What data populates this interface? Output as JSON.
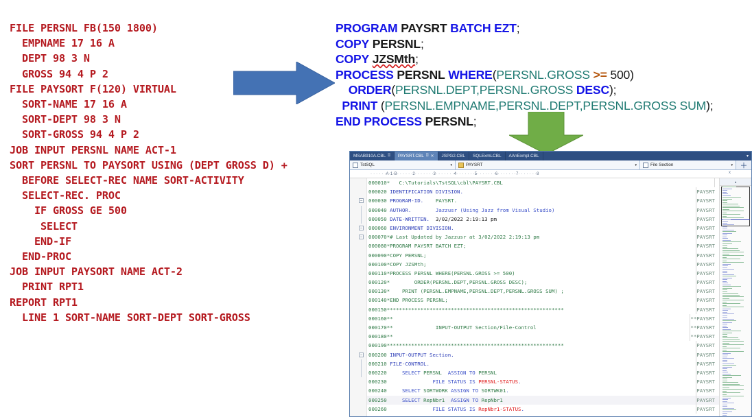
{
  "legacy_code": {
    "language": "Easytrieve",
    "color": "#b51a20",
    "lines": [
      "FILE PERSNL FB(150 1800)",
      "  EMPNAME 17 16 A",
      "  DEPT 98 3 N",
      "  GROSS 94 4 P 2",
      "FILE PAYSORT F(120) VIRTUAL",
      "  SORT-NAME 17 16 A",
      "  SORT-DEPT 98 3 N",
      "  SORT-GROSS 94 4 P 2",
      "JOB INPUT PERSNL NAME ACT-1",
      "SORT PERSNL TO PAYSORT USING (DEPT GROSS D) +",
      "  BEFORE SELECT-REC NAME SORT-ACTIVITY",
      "  SELECT-REC. PROC",
      "    IF GROSS GE 500",
      "     SELECT",
      "    END-IF",
      "  END-PROC",
      "JOB INPUT PAYSORT NAME ACT-2",
      "  PRINT RPT1",
      "REPORT RPT1",
      "  LINE 1 SORT-NAME SORT-DEPT SORT-GROSS"
    ]
  },
  "arrows": {
    "blue_right": {
      "name": "blue-right-arrow",
      "color": "#4472b4"
    },
    "green_down": {
      "name": "green-down-arrow",
      "color": "#70ad47"
    }
  },
  "generated_code": {
    "language": "Jazz / EZT",
    "colors": {
      "keyword": "#1414e6",
      "identifier": "#1a1a1a",
      "field": "#1f7a72",
      "operator": "#b4540a"
    },
    "lines": [
      [
        {
          "t": "PROGRAM",
          "c": "kw"
        },
        {
          "t": " ",
          "c": "punc"
        },
        {
          "t": "PAYSRT",
          "c": "id"
        },
        {
          "t": " ",
          "c": "punc"
        },
        {
          "t": "BATCH EZT",
          "c": "kw"
        },
        {
          "t": ";",
          "c": "punc"
        }
      ],
      [
        {
          "t": "COPY",
          "c": "kw"
        },
        {
          "t": " ",
          "c": "punc"
        },
        {
          "t": "PERSNL",
          "c": "id"
        },
        {
          "t": ";",
          "c": "punc"
        }
      ],
      [
        {
          "t": "COPY",
          "c": "kw"
        },
        {
          "t": " ",
          "c": "punc"
        },
        {
          "t": "JZSMth",
          "c": "misspelled"
        },
        {
          "t": ";",
          "c": "punc"
        }
      ],
      [
        {
          "t": "PROCESS",
          "c": "kw"
        },
        {
          "t": " ",
          "c": "punc"
        },
        {
          "t": "PERSNL",
          "c": "id"
        },
        {
          "t": " ",
          "c": "punc"
        },
        {
          "t": "WHERE",
          "c": "kw"
        },
        {
          "t": "(",
          "c": "punc"
        },
        {
          "t": "PERSNL.GROSS",
          "c": "fld"
        },
        {
          "t": " ",
          "c": "punc"
        },
        {
          "t": ">=",
          "c": "op"
        },
        {
          "t": " ",
          "c": "punc"
        },
        {
          "t": "500",
          "c": "num"
        },
        {
          "t": ")",
          "c": "punc"
        }
      ],
      [
        {
          "t": "    ",
          "c": "punc"
        },
        {
          "t": "ORDER",
          "c": "kw"
        },
        {
          "t": "(",
          "c": "punc"
        },
        {
          "t": "PERSNL.DEPT,PERSNL.GROSS",
          "c": "fld"
        },
        {
          "t": " ",
          "c": "punc"
        },
        {
          "t": "DESC",
          "c": "kw"
        },
        {
          "t": ");",
          "c": "punc"
        }
      ],
      [
        {
          "t": "  ",
          "c": "punc"
        },
        {
          "t": "PRINT",
          "c": "kw"
        },
        {
          "t": " (",
          "c": "punc"
        },
        {
          "t": "PERSNL.EMPNAME,PERSNL.DEPT,PERSNL.GROSS SUM",
          "c": "fld"
        },
        {
          "t": ");",
          "c": "punc"
        }
      ],
      [
        {
          "t": "END",
          "c": "kw"
        },
        {
          "t": " ",
          "c": "punc"
        },
        {
          "t": "PROCESS",
          "c": "kw"
        },
        {
          "t": " ",
          "c": "punc"
        },
        {
          "t": "PERSNL",
          "c": "id"
        },
        {
          "t": ";",
          "c": "punc"
        }
      ]
    ]
  },
  "ide": {
    "tabs": [
      {
        "label": "MSAB910A.CBL",
        "active": false,
        "pin": "pin-icon"
      },
      {
        "label": "PAYSRT.CBL",
        "active": true,
        "pin": "save-icon",
        "close": "close-icon"
      },
      {
        "label": "JSPG2.CBL",
        "active": false
      },
      {
        "label": "SQLExmLCBL",
        "active": false
      },
      {
        "label": "AAnExmpl.CBL",
        "active": false
      }
    ],
    "tab_overflow_icon": "chevron-down-icon",
    "navbar": {
      "project": "TstSQL",
      "project_icon": "project-icon",
      "member": "PAYSRT",
      "member_icon": "program-icon",
      "section": "File Section",
      "section_icon": "section-icon",
      "caret_icon": "chevron-down-icon",
      "add_icon": "plus-icon"
    },
    "ruler": "· · · · · ·A·1·B· · · · · ·2· · · · · · ·3· · · · · · ·4· · · · · · ·5· · · · · · ·6· · · · · · ·7· · · · · · ·8",
    "ruler_marker": "x",
    "minimap": {
      "scroll_up_icon": "scroll-up-icon",
      "add_icon": "plus-icon"
    },
    "code_lines": [
      {
        "seq": "000010*",
        "fold": "",
        "hl": false,
        "pgm": "",
        "spans": [
          {
            "t": "   C:\\Tutorials\\TstSQL\\cbl\\PAYSRT.CBL",
            "c": "cmt"
          }
        ]
      },
      {
        "seq": "000020",
        "fold": "",
        "hl": false,
        "pgm": "PAYSRT",
        "spans": [
          {
            "t": " IDENTIFICATION DIVISION.",
            "c": "div"
          }
        ]
      },
      {
        "seq": "000030",
        "fold": "minus",
        "hl": false,
        "pgm": "PAYSRT",
        "spans": [
          {
            "t": " PROGRAM-ID.",
            "c": "div"
          },
          {
            "t": "    ",
            "c": "lit"
          },
          {
            "t": "PAYSRT.",
            "c": "idn"
          }
        ]
      },
      {
        "seq": "000040",
        "fold": "",
        "hl": false,
        "pgm": "PAYSRT",
        "spans": [
          {
            "t": " AUTHOR.",
            "c": "div"
          },
          {
            "t": "        ",
            "c": "lit"
          },
          {
            "t": "Jazzusr (Using Jazz from Visual Studio)",
            "c": "kw"
          }
        ]
      },
      {
        "seq": "000050",
        "fold": "",
        "hl": false,
        "pgm": "PAYSRT",
        "spans": [
          {
            "t": " DATE-WRITTEN.",
            "c": "div"
          },
          {
            "t": "  3/02/2022 2:19:13 pm",
            "c": "lit"
          }
        ]
      },
      {
        "seq": "000060",
        "fold": "minus",
        "hl": false,
        "pgm": "PAYSRT",
        "spans": [
          {
            "t": " ENVIRONMENT DIVISION.",
            "c": "div"
          }
        ]
      },
      {
        "seq": "000070*",
        "fold": "minus",
        "hl": false,
        "pgm": "PAYSRT",
        "spans": [
          {
            "t": "# Last Updated by Jazzusr at 3/02/2022 2:19:13 pm",
            "c": "cmt"
          }
        ]
      },
      {
        "seq": "000080*",
        "fold": "",
        "hl": false,
        "pgm": "PAYSRT",
        "spans": [
          {
            "t": "PROGRAM PAYSRT BATCH EZT;",
            "c": "cmt"
          }
        ]
      },
      {
        "seq": "000090*",
        "fold": "",
        "hl": false,
        "pgm": "PAYSRT",
        "spans": [
          {
            "t": "COPY PERSNL;",
            "c": "cmt"
          }
        ]
      },
      {
        "seq": "000100*",
        "fold": "",
        "hl": false,
        "pgm": "PAYSRT",
        "spans": [
          {
            "t": "COPY JZSMth;",
            "c": "cmt"
          }
        ]
      },
      {
        "seq": "000110*",
        "fold": "",
        "hl": false,
        "pgm": "PAYSRT",
        "spans": [
          {
            "t": "PROCESS PERSNL WHERE(PERSNL.GROSS >= 500)",
            "c": "cmt"
          }
        ]
      },
      {
        "seq": "000120*",
        "fold": "",
        "hl": false,
        "pgm": "PAYSRT",
        "spans": [
          {
            "t": "        ORDER(PERSNL.DEPT,PERSNL.GROSS DESC);",
            "c": "cmt"
          }
        ]
      },
      {
        "seq": "000130*",
        "fold": "",
        "hl": false,
        "pgm": "PAYSRT",
        "spans": [
          {
            "t": "    PRINT (PERSNL.EMPNAME,PERSNL.DEPT,PERSNL.GROSS SUM) ;",
            "c": "cmt"
          }
        ]
      },
      {
        "seq": "000140*",
        "fold": "",
        "hl": false,
        "pgm": "PAYSRT",
        "spans": [
          {
            "t": "END PROCESS PERSNL;",
            "c": "cmt"
          }
        ]
      },
      {
        "seq": "000150*",
        "fold": "",
        "hl": false,
        "pgm": "PAYSRT",
        "spans": [
          {
            "t": "*********************************************************",
            "c": "cmt"
          }
        ]
      },
      {
        "seq": "000160*",
        "fold": "",
        "hl": false,
        "pgm": "**PAYSRT",
        "spans": [
          {
            "t": "*",
            "c": "cmt"
          }
        ]
      },
      {
        "seq": "000170*",
        "fold": "",
        "hl": false,
        "pgm": "**PAYSRT",
        "spans": [
          {
            "t": "*              INPUT-OUTPUT Section/File-Control",
            "c": "cmt"
          }
        ]
      },
      {
        "seq": "000180*",
        "fold": "",
        "hl": false,
        "pgm": "**PAYSRT",
        "spans": [
          {
            "t": "*",
            "c": "cmt"
          }
        ]
      },
      {
        "seq": "000190*",
        "fold": "",
        "hl": false,
        "pgm": "PAYSRT",
        "spans": [
          {
            "t": "*********************************************************",
            "c": "cmt"
          }
        ]
      },
      {
        "seq": "000200",
        "fold": "minus",
        "hl": false,
        "pgm": "PAYSRT",
        "spans": [
          {
            "t": " INPUT-OUTPUT Section.",
            "c": "div"
          }
        ]
      },
      {
        "seq": "000210",
        "fold": "",
        "hl": false,
        "pgm": "PAYSRT",
        "spans": [
          {
            "t": " FILE-CONTROL.",
            "c": "div"
          }
        ]
      },
      {
        "seq": "000220",
        "fold": "",
        "hl": false,
        "pgm": "PAYSRT",
        "spans": [
          {
            "t": "     SELECT ",
            "c": "kw"
          },
          {
            "t": "PERSNL",
            "c": "idn"
          },
          {
            "t": "  ASSIGN TO ",
            "c": "kw"
          },
          {
            "t": "PERSNL",
            "c": "idn"
          }
        ]
      },
      {
        "seq": "000230",
        "fold": "",
        "hl": false,
        "pgm": "PAYSRT",
        "spans": [
          {
            "t": "               FILE STATUS IS ",
            "c": "kw"
          },
          {
            "t": "PERSNL-STATUS",
            "c": "err"
          },
          {
            "t": ".",
            "c": "kw"
          }
        ]
      },
      {
        "seq": "000240",
        "fold": "",
        "hl": false,
        "pgm": "PAYSRT",
        "spans": [
          {
            "t": "     SELECT ",
            "c": "kw"
          },
          {
            "t": "SORTWORK",
            "c": "idn"
          },
          {
            "t": " ASSIGN TO ",
            "c": "kw"
          },
          {
            "t": "SORTWK01",
            "c": "idn"
          },
          {
            "t": ".",
            "c": "kw"
          }
        ]
      },
      {
        "seq": "000250",
        "fold": "",
        "hl": true,
        "pgm": "PAYSRT",
        "spans": [
          {
            "t": "     SELECT ",
            "c": "kw"
          },
          {
            "t": "RepNbr1",
            "c": "idn"
          },
          {
            "t": "  ASSIGN TO ",
            "c": "kw"
          },
          {
            "t": "RepNbr1",
            "c": "idn"
          }
        ]
      },
      {
        "seq": "000260",
        "fold": "",
        "hl": false,
        "pgm": "PAYSRT",
        "spans": [
          {
            "t": "               FILE STATUS IS ",
            "c": "kw"
          },
          {
            "t": "RepNbr1-STATUS",
            "c": "err"
          },
          {
            "t": ".",
            "c": "kw"
          }
        ]
      }
    ]
  }
}
